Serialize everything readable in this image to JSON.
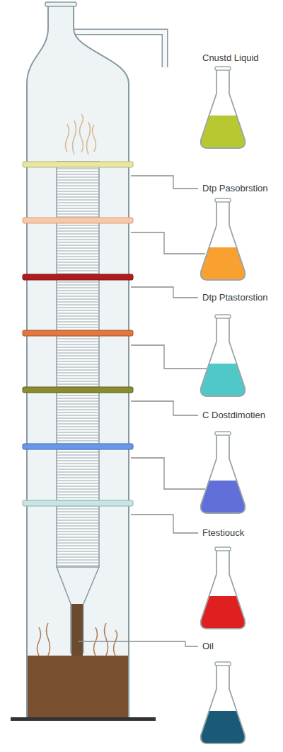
{
  "diagram": {
    "labels": [
      "Cnustd Liquid",
      "Dtp Pasobrstion",
      "Dtp Ptastorstion",
      "C Dostdimotien",
      "Ftestiouck",
      "Oil"
    ]
  }
}
